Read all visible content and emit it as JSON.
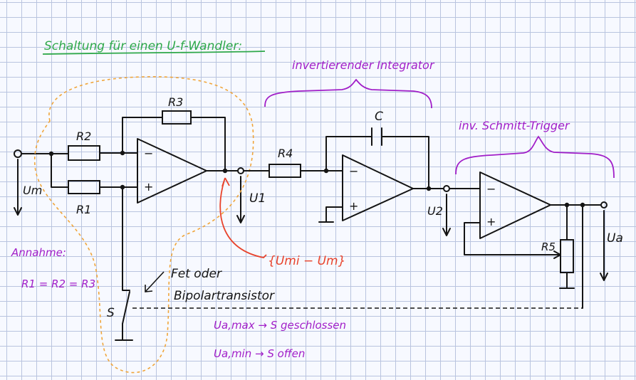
{
  "title": "Schaltung für einen U-f-Wandler:",
  "blocks": {
    "integrator": "invertierender Integrator",
    "trigger": "inv. Schmitt-Trigger"
  },
  "components": {
    "r1": "R1",
    "r2": "R2",
    "r3": "R3",
    "r4": "R4",
    "r5": "R5",
    "c": "C",
    "switch": "S"
  },
  "opamp_signs": {
    "minus": "−",
    "plus": "+"
  },
  "voltages": {
    "um": "Um",
    "u1": "U1",
    "u2": "U2",
    "ua": "Ua"
  },
  "annotation_red": "{Umi − Um}",
  "assumption": {
    "label": "Annahme:",
    "equation": "R1 = R2 = R3"
  },
  "switch_note": {
    "line1": "Fet oder",
    "line2": "Bipolartransistor"
  },
  "states": {
    "max": "Ua,max  →  S geschlossen",
    "min": "Ua,min  →  S offen"
  },
  "colors": {
    "ink": "#141414",
    "green": "#2fa84a",
    "purple": "#a11fc8",
    "red": "#e8432c",
    "orange": "#f0a53a",
    "grid": "#b9c4df"
  }
}
